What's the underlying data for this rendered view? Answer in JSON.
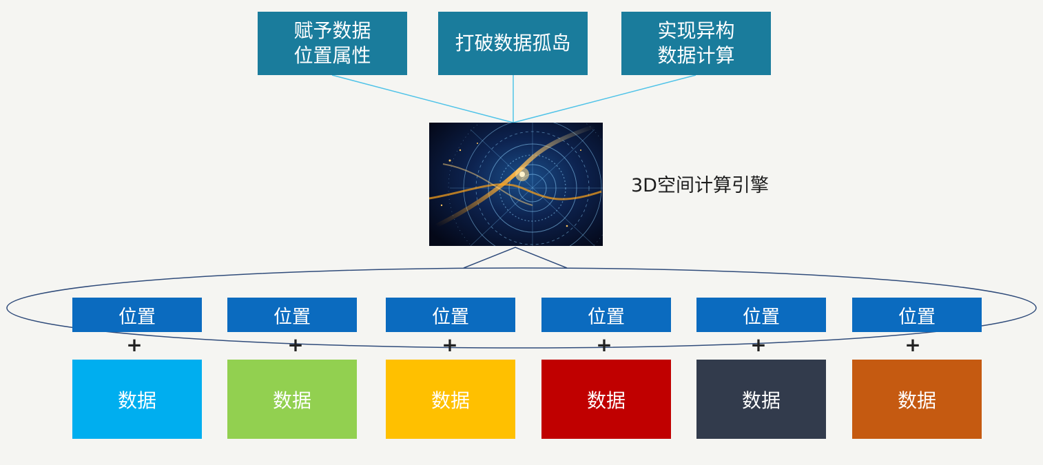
{
  "top_boxes": [
    {
      "label": "赋予数据\n位置属性"
    },
    {
      "label": "打破数据孤岛"
    },
    {
      "label": "实现异构\n数据计算"
    }
  ],
  "engine": {
    "label": "3D空间计算引擎",
    "image_icon": "galaxy-clock-image"
  },
  "position_label": "位置",
  "plus_symbol": "+",
  "data_label": "数据",
  "data_items": [
    {
      "position": "位置",
      "plus": "+",
      "data": "数据",
      "color": "#00aeef"
    },
    {
      "position": "位置",
      "plus": "+",
      "data": "数据",
      "color": "#92d050"
    },
    {
      "position": "位置",
      "plus": "+",
      "data": "数据",
      "color": "#ffc000"
    },
    {
      "position": "位置",
      "plus": "+",
      "data": "数据",
      "color": "#c00000"
    },
    {
      "position": "位置",
      "plus": "+",
      "data": "数据",
      "color": "#323b4c"
    },
    {
      "position": "位置",
      "plus": "+",
      "data": "数据",
      "color": "#c55a11"
    }
  ],
  "colors": {
    "top_box": "#1a7c9c",
    "position_box": "#0b6bbf",
    "connector_line": "#4fc3e8",
    "ellipse": "#2f4b7a"
  }
}
